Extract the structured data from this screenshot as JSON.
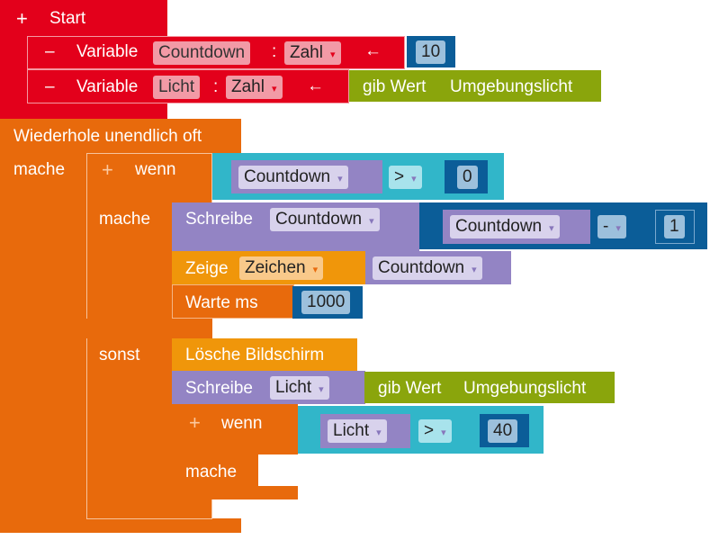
{
  "start": {
    "label": "Start",
    "plus": "+"
  },
  "vars": [
    {
      "minus": "–",
      "label": "Variable",
      "name": "Countdown",
      "sep": ":",
      "type": "Zahl",
      "arrow": "←",
      "value": "10"
    },
    {
      "minus": "–",
      "label": "Variable",
      "name": "Licht",
      "sep": ":",
      "type": "Zahl",
      "arrow": "←",
      "value_prefix": "gib Wert",
      "value": "Umgebungslicht"
    }
  ],
  "loop": {
    "label": "Wiederhole unendlich oft",
    "do": "mache"
  },
  "if1": {
    "plus": "+",
    "label": "wenn",
    "var": "Countdown",
    "op": ">",
    "value": "0",
    "do": "mache",
    "else": "sonst"
  },
  "then": {
    "write": {
      "label": "Schreibe",
      "var": "Countdown",
      "expr_var": "Countdown",
      "op": "-",
      "value": "1"
    },
    "show": {
      "label": "Zeige",
      "type": "Zeichen",
      "var": "Countdown"
    },
    "wait": {
      "label": "Warte ms",
      "value": "1000"
    }
  },
  "else": {
    "clear": {
      "label": "Lösche Bildschirm"
    },
    "write": {
      "label": "Schreibe",
      "var": "Licht",
      "value_prefix": "gib Wert",
      "value": "Umgebungslicht"
    },
    "if2": {
      "plus": "+",
      "label": "wenn",
      "var": "Licht",
      "op": ">",
      "value": "40",
      "do": "mache"
    }
  },
  "dropdown_arrow": "▾"
}
